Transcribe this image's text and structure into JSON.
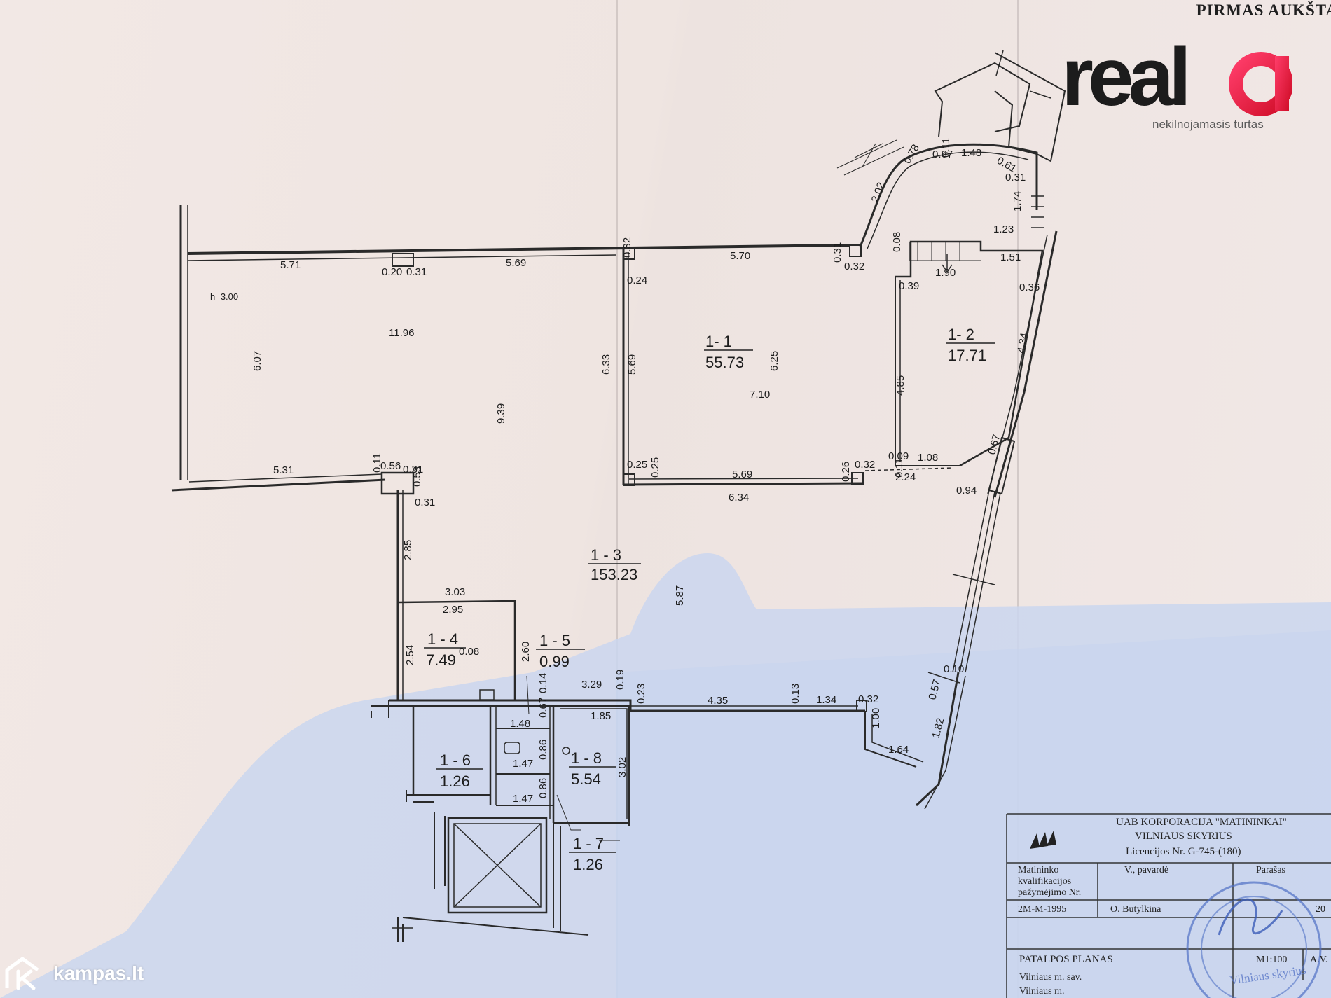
{
  "header": {
    "title": "PIRMAS AUKŠTA"
  },
  "logo": {
    "brand": "reala",
    "tagline": "nekilnojamasis turtas",
    "accent": "#e5163a"
  },
  "watermark": {
    "icon": "house-k-icon",
    "text": "kampas.lt"
  },
  "plan": {
    "ceiling_height": "h=3.00",
    "rooms": [
      {
        "id": "1- 1",
        "area": "55.73"
      },
      {
        "id": "1- 2",
        "area": "17.71"
      },
      {
        "id": "1 - 3",
        "area": "153.23"
      },
      {
        "id": "1 - 4",
        "area": "7.49"
      },
      {
        "id": "1 - 5",
        "area": "0.99"
      },
      {
        "id": "1 - 6",
        "area": "1.26"
      },
      {
        "id": "1 - 7",
        "area": "1.26"
      },
      {
        "id": "1 - 8",
        "area": "5.54"
      }
    ],
    "dimensions": [
      "5.71",
      "0.20",
      "0.31",
      "5.69",
      "0.32",
      "0.24",
      "5.70",
      "0.31",
      "0.32",
      "11.96",
      "6.07",
      "9.39",
      "6.33",
      "5.69",
      "6.25",
      "7.10",
      "0.08",
      "1.90",
      "1.51",
      "0.39",
      "0.36",
      "4.85",
      "4.34",
      "1.23",
      "1.74",
      "0.31",
      "0.61",
      "1.48",
      "0.11",
      "0.67",
      "0.78",
      "2.02",
      "0.09",
      "0.11",
      "5.31",
      "0.11",
      "0.56",
      "0.31",
      "0.53",
      "0.31",
      "0.25",
      "0.25",
      "5.69",
      "0.26",
      "0.32",
      "2.24",
      "1.08",
      "0.67",
      "0.94",
      "6.34",
      "2.85",
      "3.03",
      "2.95",
      "2.54",
      "0.08",
      "2.60",
      "5.87",
      "3.29",
      "0.19",
      "0.23",
      "4.35",
      "0.13",
      "1.34",
      "0.32",
      "0.14",
      "0.67",
      "1.48",
      "1.85",
      "0.86",
      "1.47",
      "0.86",
      "1.47",
      "3.02",
      "1.00",
      "1.64",
      "1.82",
      "0.57",
      "0.10"
    ]
  },
  "title_block": {
    "company": "UAB KORPORACIJA \"MATININKAI\"",
    "branch": "VILNIAUS SKYRIUS",
    "license": "Licencijos Nr. G-745-(180)",
    "col1_label": "Matininko kvalifikacijos pažymėjimo Nr.",
    "col2_label": "V., pavardė",
    "col3_label": "Parašas",
    "cert_no": "2M-M-1995",
    "surveyor": "O. Butylkina",
    "year": "20",
    "plan_label": "PATALPOS PLANAS",
    "scale": "M1:100",
    "sheet": "A.V.",
    "municipality": "Vilniaus m. sav.",
    "city": "Vilniaus m.",
    "stamp_text": "Vilniaus skyrius"
  }
}
